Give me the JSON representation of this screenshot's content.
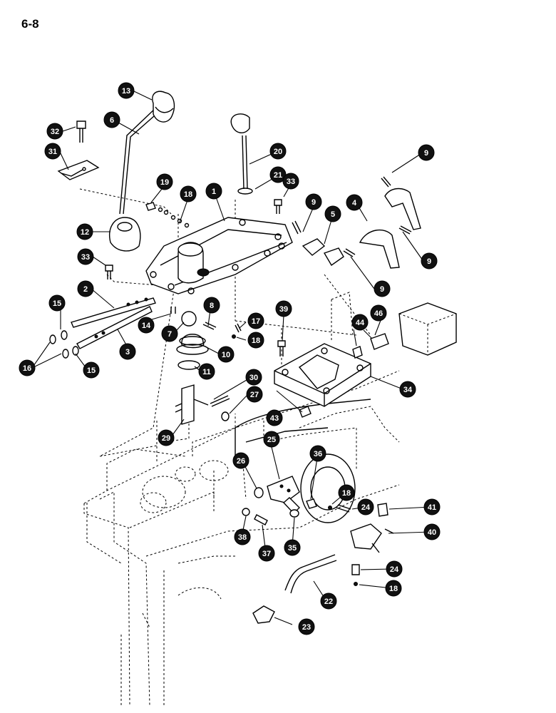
{
  "page": {
    "label": "6-8"
  },
  "callouts": [
    {
      "id": "c1",
      "text": "1"
    },
    {
      "id": "c2",
      "text": "2"
    },
    {
      "id": "c3",
      "text": "3"
    },
    {
      "id": "c4",
      "text": "4"
    },
    {
      "id": "c5",
      "text": "5"
    },
    {
      "id": "c6",
      "text": "6"
    },
    {
      "id": "c7",
      "text": "7"
    },
    {
      "id": "c8",
      "text": "8"
    },
    {
      "id": "c9a",
      "text": "9"
    },
    {
      "id": "c9b",
      "text": "9"
    },
    {
      "id": "c9c",
      "text": "9"
    },
    {
      "id": "c9d",
      "text": "9"
    },
    {
      "id": "c10",
      "text": "10"
    },
    {
      "id": "c11",
      "text": "11"
    },
    {
      "id": "c12",
      "text": "12"
    },
    {
      "id": "c13",
      "text": "13"
    },
    {
      "id": "c14",
      "text": "14"
    },
    {
      "id": "c15a",
      "text": "15"
    },
    {
      "id": "c15b",
      "text": "15"
    },
    {
      "id": "c16",
      "text": "16"
    },
    {
      "id": "c17",
      "text": "17"
    },
    {
      "id": "c18a",
      "text": "18"
    },
    {
      "id": "c18b",
      "text": "18"
    },
    {
      "id": "c18c",
      "text": "18"
    },
    {
      "id": "c18d",
      "text": "18"
    },
    {
      "id": "c19",
      "text": "19"
    },
    {
      "id": "c20",
      "text": "20"
    },
    {
      "id": "c21",
      "text": "21"
    },
    {
      "id": "c22",
      "text": "22"
    },
    {
      "id": "c23",
      "text": "23"
    },
    {
      "id": "c24a",
      "text": "24"
    },
    {
      "id": "c24b",
      "text": "24"
    },
    {
      "id": "c25",
      "text": "25"
    },
    {
      "id": "c26",
      "text": "26"
    },
    {
      "id": "c27",
      "text": "27"
    },
    {
      "id": "c29",
      "text": "29"
    },
    {
      "id": "c30",
      "text": "30"
    },
    {
      "id": "c31",
      "text": "31"
    },
    {
      "id": "c32",
      "text": "32"
    },
    {
      "id": "c33a",
      "text": "33"
    },
    {
      "id": "c33b",
      "text": "33"
    },
    {
      "id": "c34",
      "text": "34"
    },
    {
      "id": "c35",
      "text": "35"
    },
    {
      "id": "c36",
      "text": "36"
    },
    {
      "id": "c37",
      "text": "37"
    },
    {
      "id": "c38",
      "text": "38"
    },
    {
      "id": "c39",
      "text": "39"
    },
    {
      "id": "c40",
      "text": "40"
    },
    {
      "id": "c41",
      "text": "41"
    },
    {
      "id": "c43",
      "text": "43"
    },
    {
      "id": "c44",
      "text": "44"
    },
    {
      "id": "c46",
      "text": "46"
    }
  ]
}
